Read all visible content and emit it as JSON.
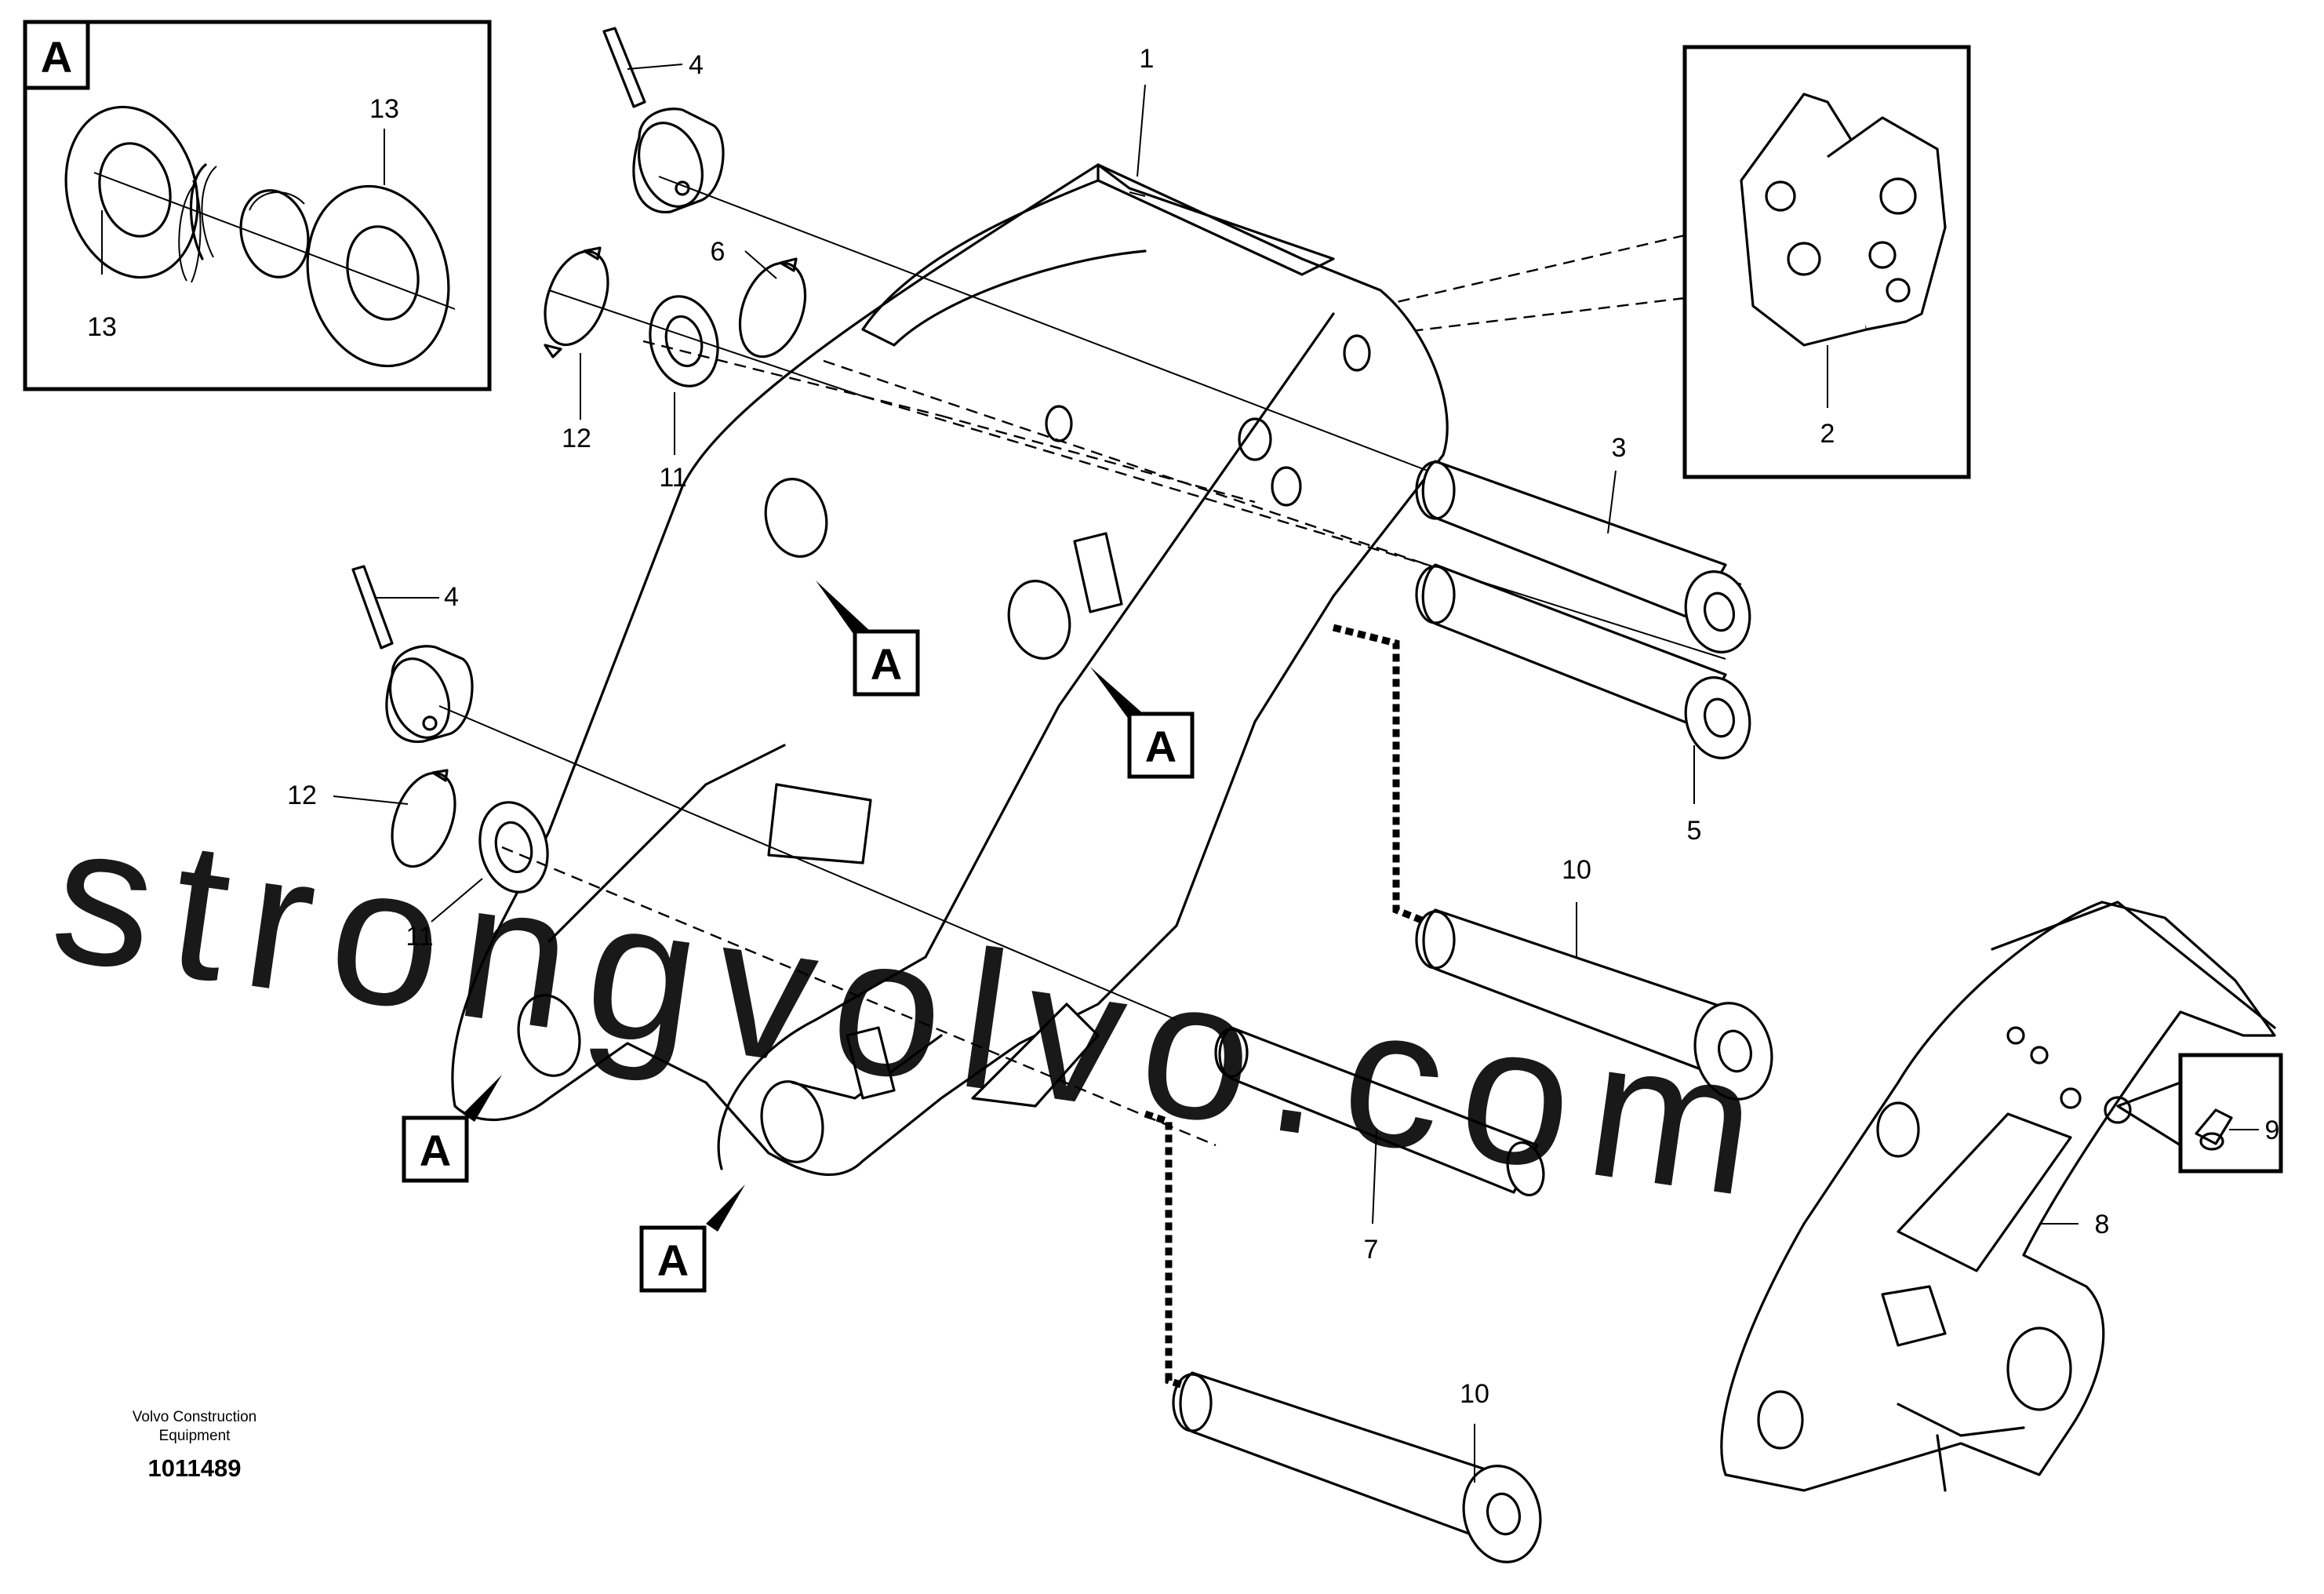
{
  "detail_box_letter": "A",
  "section_ref_letter": "A",
  "callouts": {
    "p1": "1",
    "p2": "2",
    "p3": "3",
    "p4a": "4",
    "p4b": "4",
    "p5": "5",
    "p6": "6",
    "p7": "7",
    "p8": "8",
    "p9": "9",
    "p10a": "10",
    "p10b": "10",
    "p11a": "11",
    "p11b": "11",
    "p12a": "12",
    "p12b": "12",
    "p13a": "13",
    "p13b": "13"
  },
  "watermark": "strongvolvo.com",
  "credit_line1": "Volvo Construction",
  "credit_line2": "Equipment",
  "document_number": "1011489"
}
